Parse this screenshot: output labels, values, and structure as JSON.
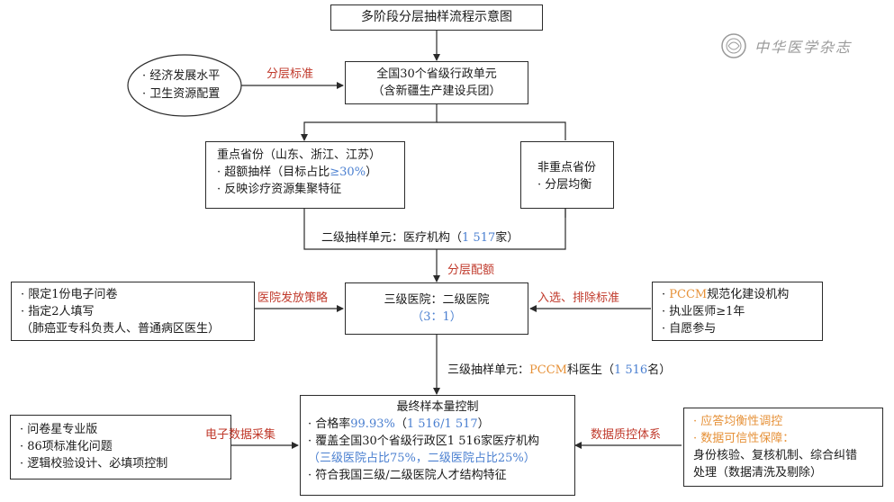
{
  "title": "多阶段分层抽样流程示意图",
  "watermark": {
    "text": "中华医学杂志",
    "icon": "society-seal-icon"
  },
  "colors": {
    "red": "#c0392b",
    "blue": "#4a7fd0",
    "orange": "#e69138",
    "line": "#2b2b2b"
  },
  "factors": {
    "line1": "· 经济发展水平",
    "line2": "· 卫生资源配置"
  },
  "stratify_label": "分层标准",
  "national": {
    "line1": "全国30个省级行政单元",
    "line2": "（含新疆生产建设兵团）"
  },
  "key_provinces": {
    "title": "重点省份（山东、浙江、江苏）",
    "line2_pre": "· 超额抽样（目标占比",
    "line2_blue": "≥30%",
    "line2_post": "）",
    "line3": "· 反映诊疗资源集聚特征"
  },
  "non_key": {
    "line1": "非重点省份",
    "line2": "· 分层均衡"
  },
  "secondary_unit": {
    "pre": "二级抽样单元：医疗机构（",
    "blue": "1 517",
    "post": "家）"
  },
  "allocation_label": "分层配额",
  "distribution": {
    "line1": "· 限定1份电子问卷",
    "line2": "· 指定2人填写",
    "line3": "（肺癌亚专科负责人、普通病区医生）"
  },
  "distribution_label": "医院发放策略",
  "hospital": {
    "line1": "三级医院：二级医院",
    "ratio": "（3：1）"
  },
  "inclusion_label": "入选、排除标准",
  "criteria": {
    "line1_pre": "· ",
    "line1_orange": "PCCM",
    "line1_post": "规范化建设机构",
    "line2": "· 执业医师≥1年",
    "line3": "· 自愿参与"
  },
  "tertiary_unit": {
    "pre": "三级抽样单元：",
    "orange": "PCCM",
    "mid": "科医生（",
    "blue": "1 516",
    "post": "名）"
  },
  "tools": {
    "line1": "· 问卷星专业版",
    "line2": "· 86项标准化问题",
    "line3": "· 逻辑校验设计、必填项控制"
  },
  "collection_label": "电子数据采集",
  "final": {
    "title": "最终样本量控制",
    "l1_pre": "· 合格率",
    "l1_blue1": "99.93%",
    "l1_mid": "（",
    "l1_blue2": "1 516/1 517",
    "l1_post": "）",
    "l2": "· 覆盖全国30个省级行政区1 516家医疗机构",
    "l3": "（三级医院占比75%，二级医院占比25%）",
    "l4": "· 符合我国三级/二级医院人才结构特征"
  },
  "qc_label": "数据质控体系",
  "qc": {
    "line1": "· 应答均衡性调控",
    "line2": "· 数据可信性保障：",
    "line3": "身份核验、复核机制、综合纠错",
    "line4": "处理（数据清洗及剔除）"
  }
}
